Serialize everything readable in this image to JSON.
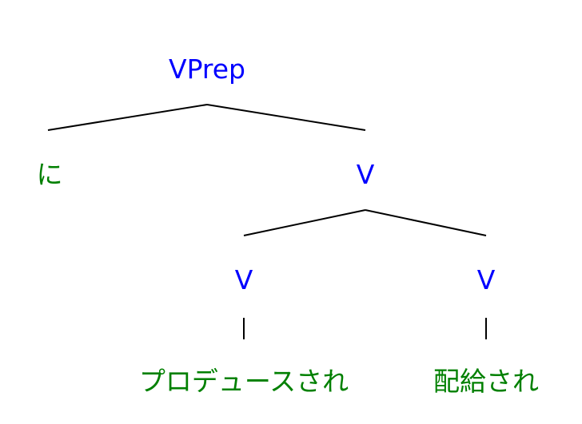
{
  "colors": {
    "category": "#0000ff",
    "word": "#008000",
    "edge": "#000000"
  },
  "tree": {
    "root": {
      "label": "VPrep",
      "left_leaf": {
        "label": "に"
      },
      "right": {
        "label": "V",
        "left": {
          "label": "V",
          "leaf": {
            "label": "プロデュースされ"
          }
        },
        "right": {
          "label": "V",
          "leaf": {
            "label": "配給され"
          }
        }
      }
    }
  }
}
